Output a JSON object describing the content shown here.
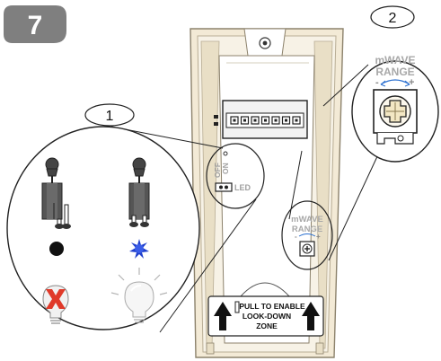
{
  "step": {
    "number": "7",
    "badge_color": "#7f7f7f"
  },
  "callouts": {
    "led_detail": {
      "number": "1"
    },
    "range_detail": {
      "number": "2"
    }
  },
  "led_switch": {
    "off_label": "OFF",
    "on_label": "ON",
    "led_label": "LED"
  },
  "mwave_range": {
    "line1": "mWAVE",
    "line2": "RANGE",
    "minus": "-",
    "plus": "+"
  },
  "look_down_label": {
    "line1": "PULL TO ENABLE",
    "line2": "LOOK-DOWN",
    "line3": "ZONE"
  },
  "led_states": {
    "off_indicator_color": "#111111",
    "on_indicator_color": "#1f3fcc",
    "disabled_mark_color": "#e03a2a"
  },
  "colors": {
    "housing_fill": "#f3ead6",
    "housing_stroke": "#9a8f78",
    "line": "#222222",
    "label_grey": "#9a9a9a"
  }
}
